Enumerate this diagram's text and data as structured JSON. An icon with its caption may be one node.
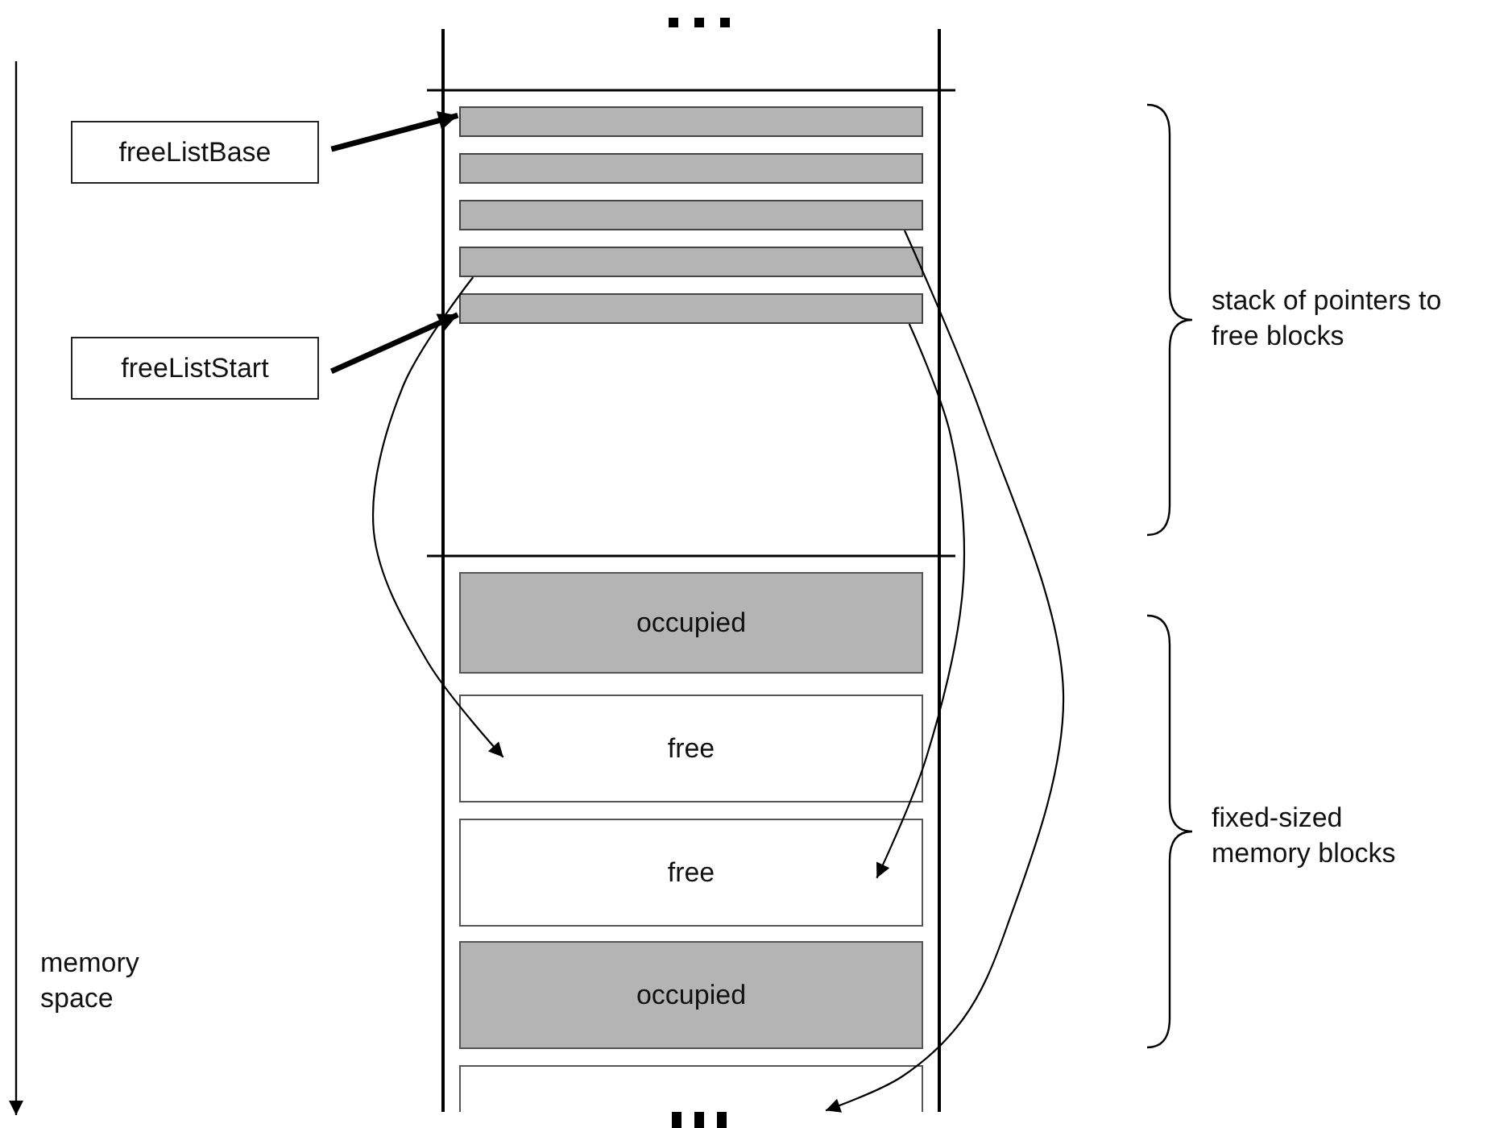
{
  "diagram": {
    "nodes": [
      {
        "text": [
          "freeListBase"
        ]
      },
      {
        "text": [
          "freeListStart"
        ]
      },
      {
        "text": [],
        "shape": "bar"
      },
      {
        "text": [],
        "shape": "bar"
      },
      {
        "text": [],
        "shape": "bar"
      },
      {
        "text": [],
        "shape": "bar"
      },
      {
        "text": [],
        "shape": "bar"
      },
      {
        "text": [
          "occupied"
        ]
      },
      {
        "text": [
          "free"
        ]
      },
      {
        "text": [
          "free"
        ]
      },
      {
        "text": [
          "occupied"
        ]
      },
      {
        "text": [],
        "shape": "box"
      }
    ],
    "edges": [
      {
        "from": 0,
        "to": 2,
        "arrow": "to",
        "style": "thick"
      },
      {
        "from": 1,
        "to": 6,
        "arrow": "to",
        "style": "thick"
      },
      {
        "from": 4,
        "to": 11,
        "arrow": "to"
      },
      {
        "from": 5,
        "to": 8,
        "arrow": "to"
      },
      {
        "from": 6,
        "to": 9,
        "arrow": "to"
      }
    ],
    "labels": [
      "stack of pointers to free blocks",
      "fixed-sized memory blocks",
      "memory space"
    ]
  }
}
